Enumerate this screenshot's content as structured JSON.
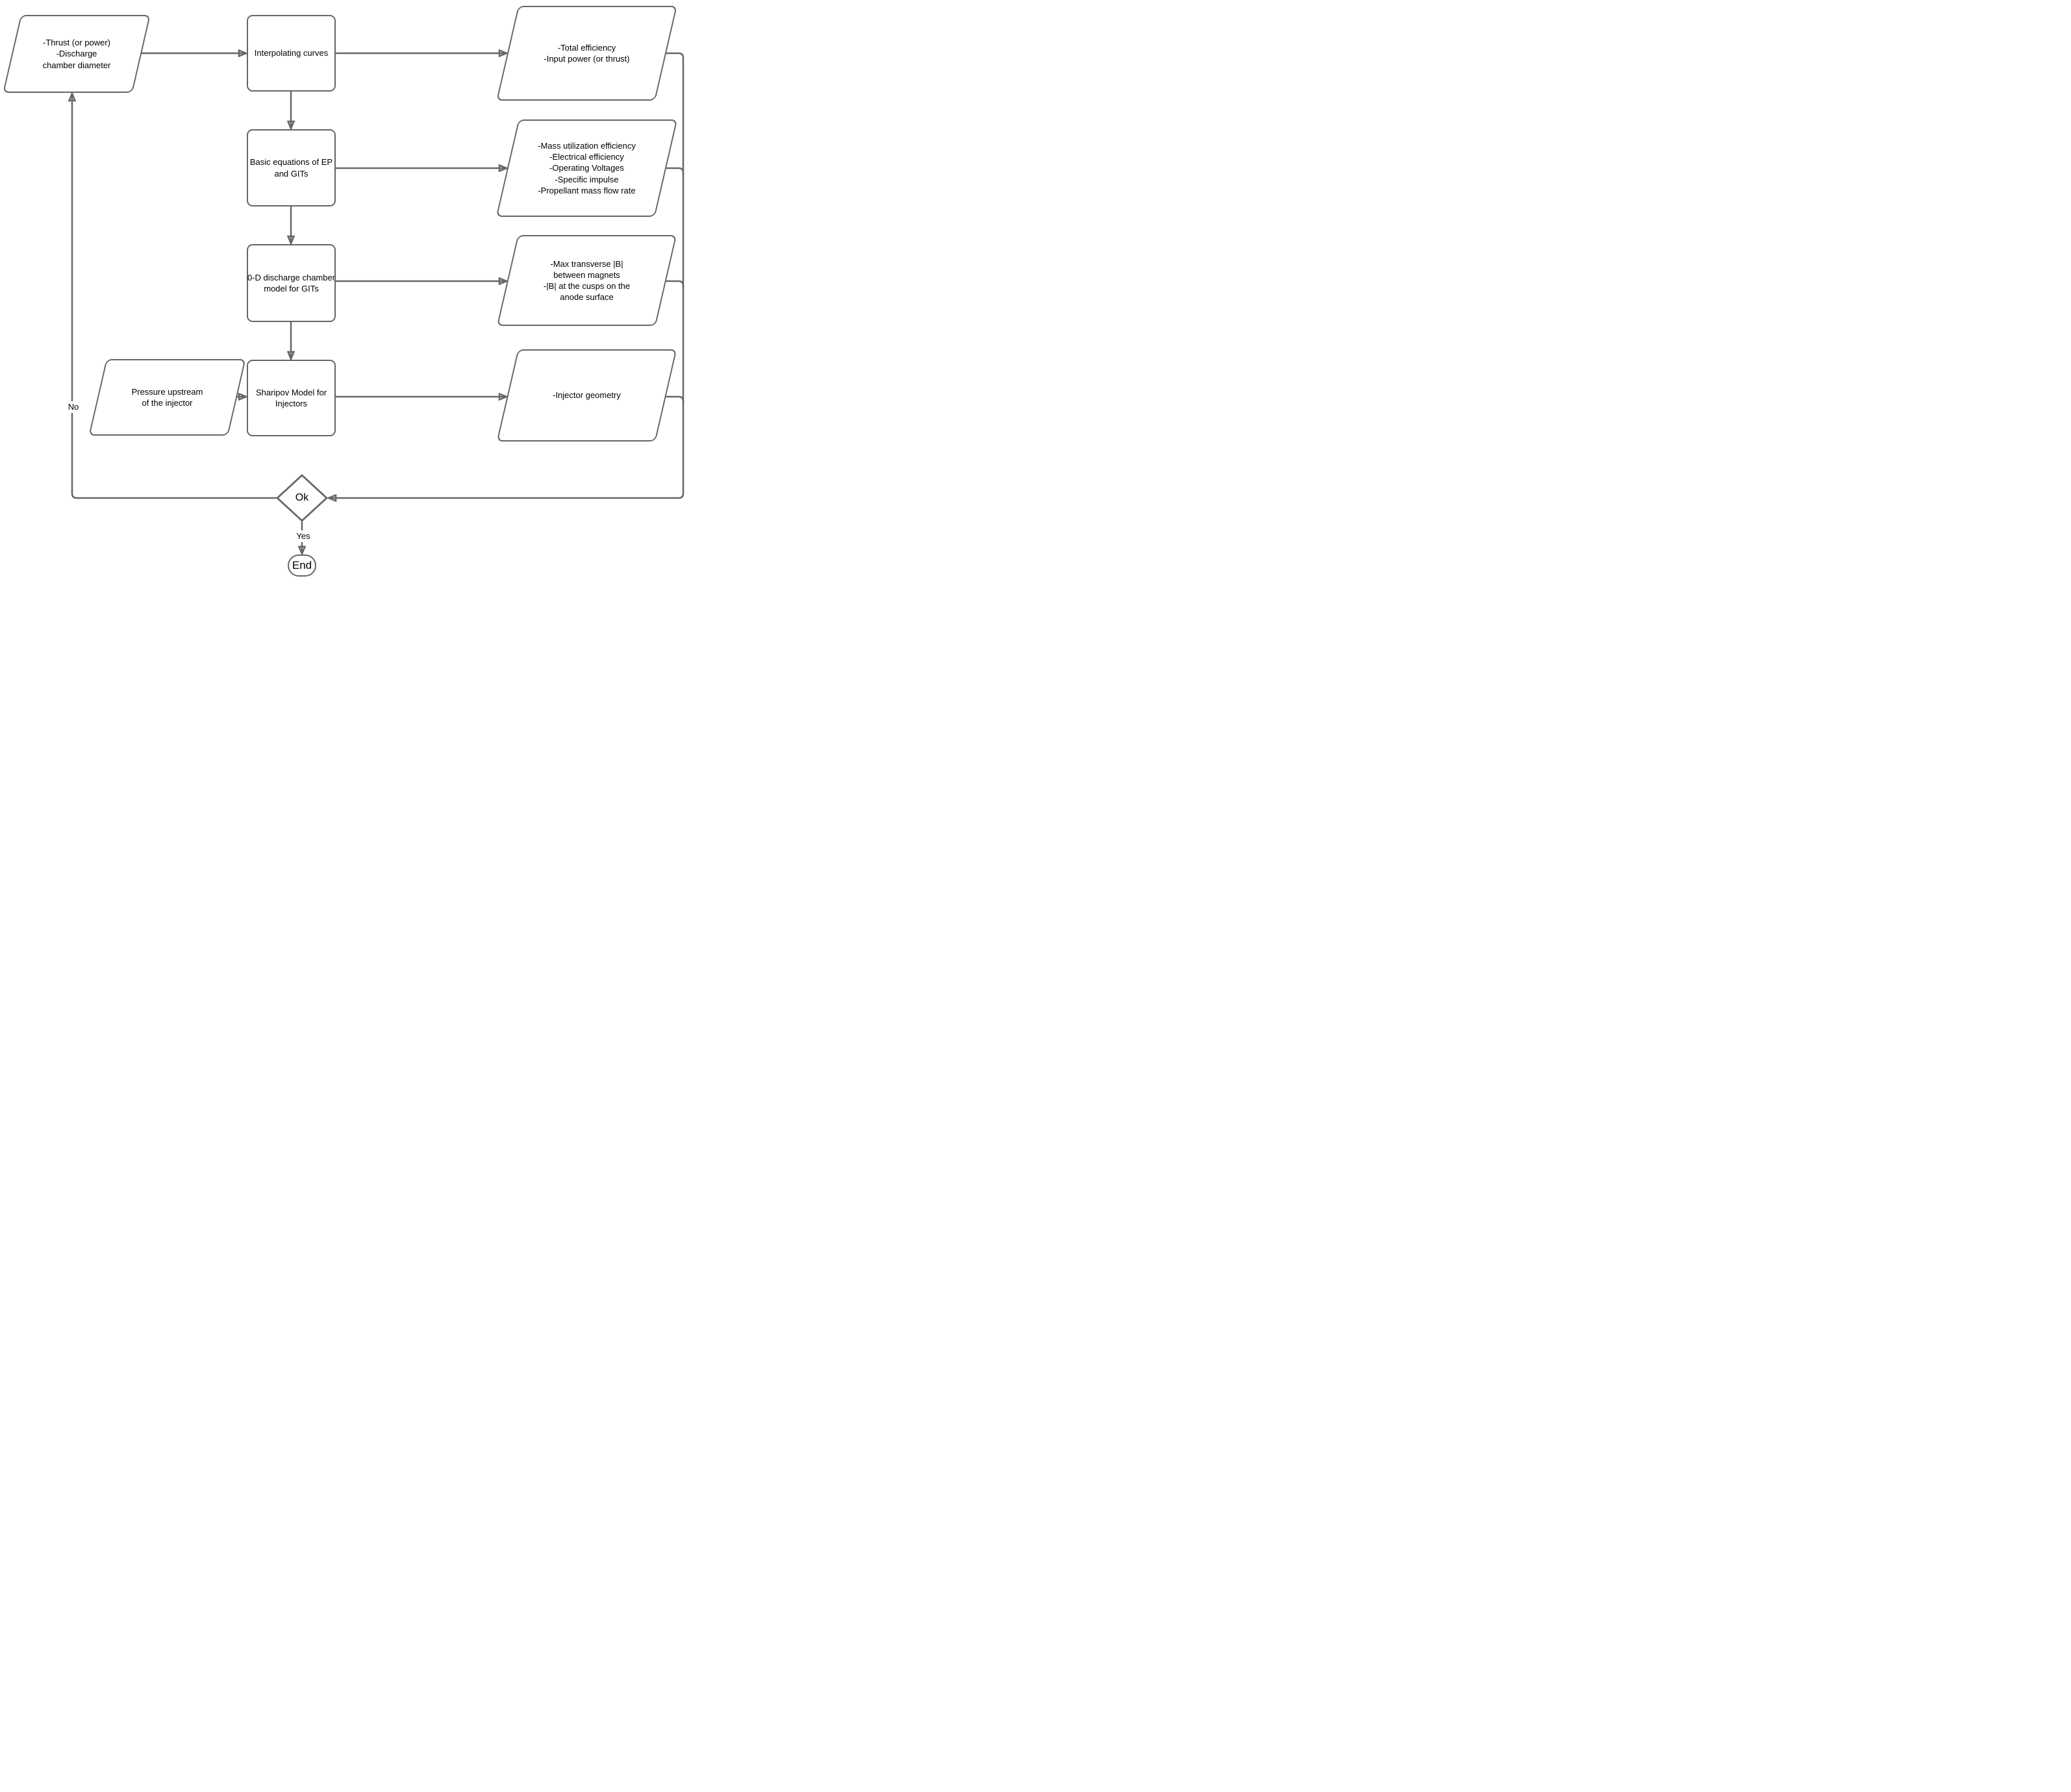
{
  "diagram": {
    "type": "flowchart",
    "colors": {
      "stroke": "#666666",
      "text": "#000000",
      "background": "#ffffff"
    },
    "nodes": {
      "thrust_input": {
        "shape": "parallelogram",
        "label": "-Thrust (or power)\n-Discharge\nchamber diameter"
      },
      "interpolating_curves": {
        "shape": "process",
        "label": "Interpolating curves"
      },
      "efficiency_output": {
        "shape": "parallelogram",
        "label": "-Total efficiency\n-Input power (or thrust)"
      },
      "basic_equations": {
        "shape": "process",
        "label": "Basic equations of EP\nand GITs"
      },
      "performance_output": {
        "shape": "parallelogram",
        "label": "-Mass utilization efficiency\n-Electrical efficiency\n-Operating Voltages\n-Specific impulse\n-Propellant mass flow rate"
      },
      "discharge_chamber_model": {
        "shape": "process",
        "label": "0-D discharge chamber\nmodel for GITs"
      },
      "magnetic_field_output": {
        "shape": "parallelogram",
        "label": "-Max transverse |B|\nbetween magnets\n-|B| at the cusps on the\nanode surface"
      },
      "pressure_input": {
        "shape": "parallelogram",
        "label": "Pressure upstream\nof the injector"
      },
      "sharipov_model": {
        "shape": "process",
        "label": "Sharipov Model for\nInjectors"
      },
      "injector_geometry_output": {
        "shape": "parallelogram",
        "label": "-Injector geometry"
      },
      "ok_decision": {
        "shape": "decision",
        "label": "Ok"
      },
      "end_node": {
        "shape": "terminator",
        "label": "End"
      }
    },
    "edge_labels": {
      "no": "No",
      "yes": "Yes"
    }
  }
}
